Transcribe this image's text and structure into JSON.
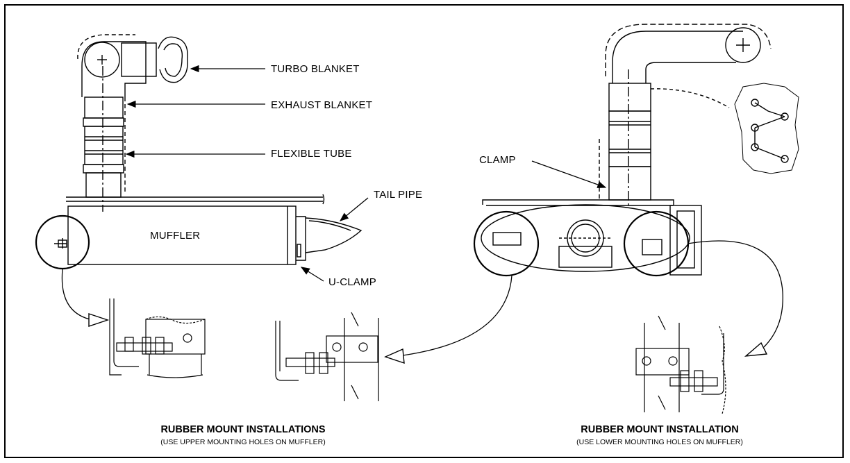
{
  "labels": {
    "turbo_blanket": "TURBO BLANKET",
    "exhaust_blanket": "EXHAUST BLANKET",
    "flexible_tube": "FLEXIBLE TUBE",
    "tail_pipe": "TAIL PIPE",
    "muffler": "MUFFLER",
    "u_clamp": "U-CLAMP",
    "clamp": "CLAMP"
  },
  "captions": {
    "left_title": "RUBBER MOUNT INSTALLATIONS",
    "left_sub": "(USE UPPER MOUNTING HOLES ON MUFFLER)",
    "right_title": "RUBBER MOUNT INSTALLATION",
    "right_sub": "(USE LOWER MOUNTING HOLES ON MUFFLER)"
  }
}
